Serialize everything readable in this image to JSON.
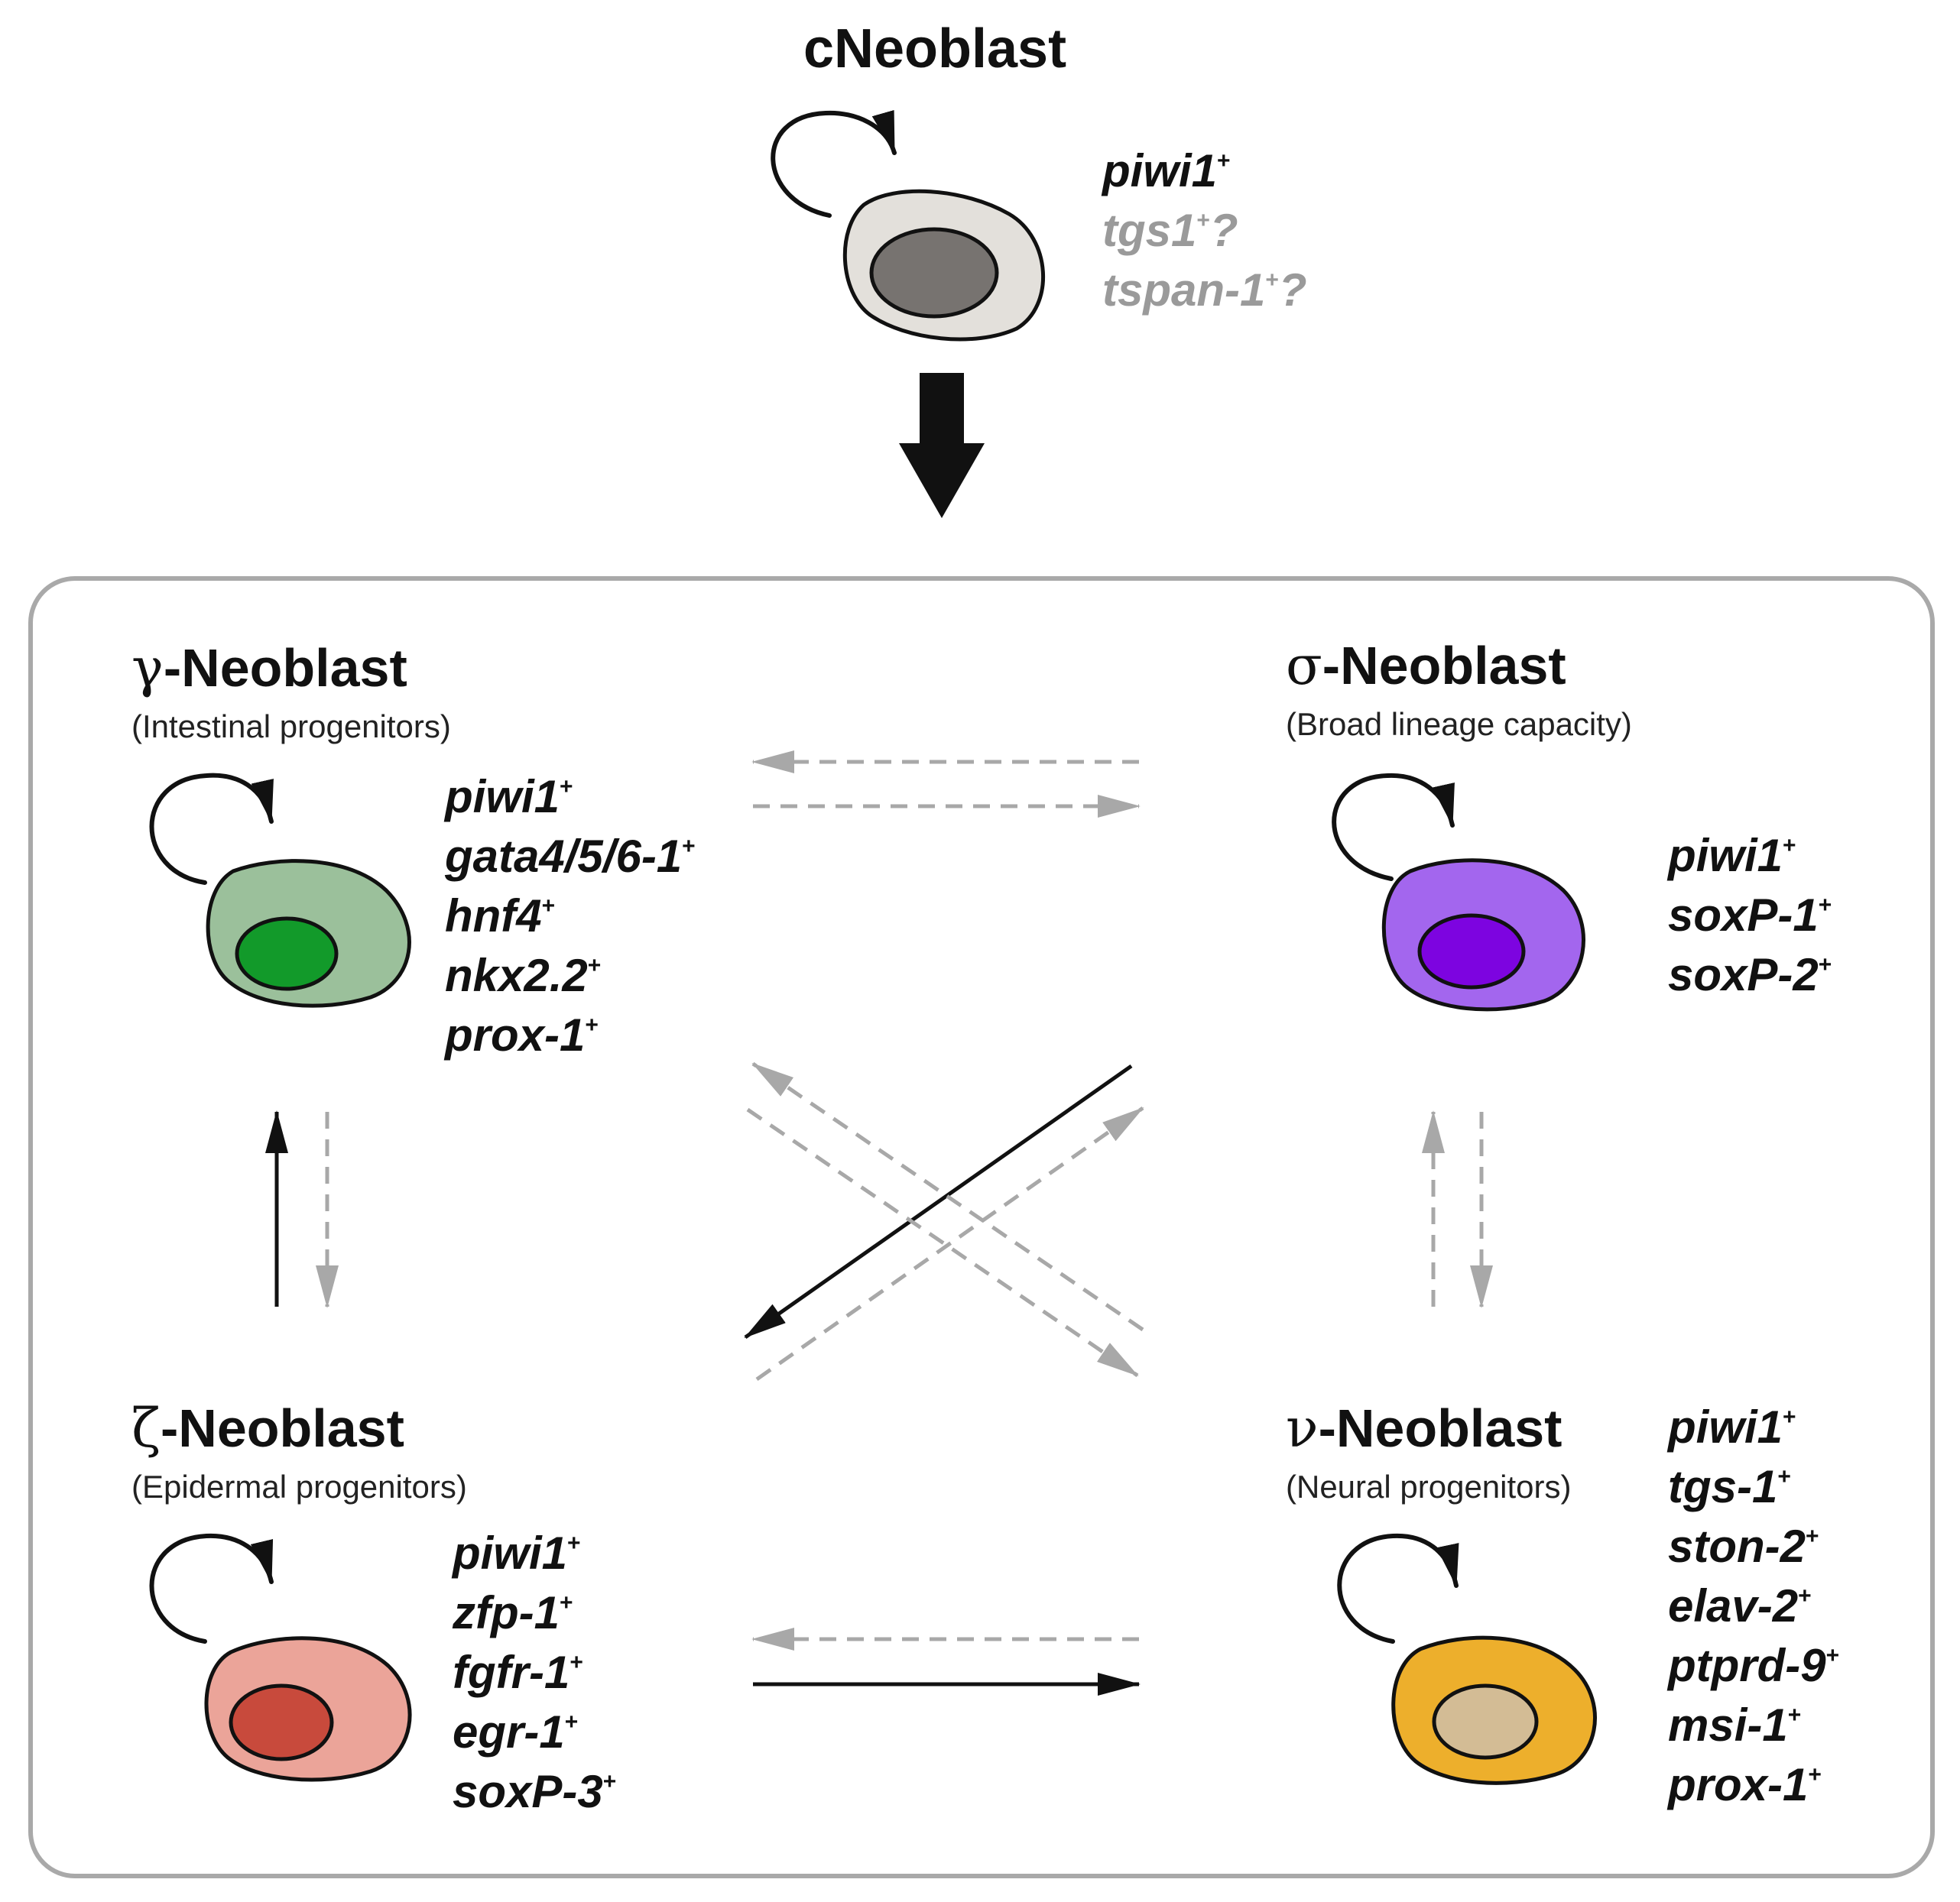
{
  "root": {
    "title": "cNeoblast",
    "markers": [
      {
        "name": "piwi1",
        "sup": "+",
        "suffix": "",
        "uncertain": false
      },
      {
        "name": "tgs1",
        "sup": "+",
        "suffix": "?",
        "uncertain": true
      },
      {
        "name": "tspan-1",
        "sup": "+",
        "suffix": "?",
        "uncertain": true
      }
    ],
    "colors": {
      "cytoplasm": "#e3e0db",
      "nucleus": "#777370"
    }
  },
  "gamma": {
    "symbol": "γ",
    "name": "-Neoblast",
    "subtitle": "(Intestinal progenitors)",
    "markers": [
      {
        "name": "piwi1",
        "sup": "+"
      },
      {
        "name": "gata4/5/6-1",
        "sup": "+"
      },
      {
        "name": "hnf4",
        "sup": "+"
      },
      {
        "name": "nkx2.2",
        "sup": "+"
      },
      {
        "name": "prox-1",
        "sup": "+"
      }
    ],
    "colors": {
      "cytoplasm": "#9bc09b",
      "nucleus": "#129a2a"
    }
  },
  "sigma": {
    "symbol": "σ",
    "name": "-Neoblast",
    "subtitle": "(Broad lineage capacity)",
    "markers": [
      {
        "name": "piwi1",
        "sup": "+"
      },
      {
        "name": "soxP-1",
        "sup": "+"
      },
      {
        "name": "soxP-2",
        "sup": "+"
      }
    ],
    "colors": {
      "cytoplasm": "#a366ee",
      "nucleus": "#7d04e0"
    }
  },
  "zeta": {
    "symbol": "ζ",
    "name": "-Neoblast",
    "subtitle": "(Epidermal progenitors)",
    "markers": [
      {
        "name": "piwi1",
        "sup": "+"
      },
      {
        "name": "zfp-1",
        "sup": "+"
      },
      {
        "name": "fgfr-1",
        "sup": "+"
      },
      {
        "name": "egr-1",
        "sup": "+"
      },
      {
        "name": "soxP-3",
        "sup": "+"
      }
    ],
    "colors": {
      "cytoplasm": "#eba499",
      "nucleus": "#c84a3c"
    }
  },
  "nu": {
    "symbol": "ν",
    "name": "-Neoblast",
    "subtitle": "(Neural progenitors)",
    "markers": [
      {
        "name": "piwi1",
        "sup": "+"
      },
      {
        "name": "tgs-1",
        "sup": "+"
      },
      {
        "name": "ston-2",
        "sup": "+"
      },
      {
        "name": "elav-2",
        "sup": "+"
      },
      {
        "name": "ptprd-9",
        "sup": "+"
      },
      {
        "name": "msi-1",
        "sup": "+"
      },
      {
        "name": "prox-1",
        "sup": "+"
      }
    ],
    "colors": {
      "cytoplasm": "#edaf2c",
      "nucleus": "#d3bc95"
    }
  },
  "transitions": [
    {
      "from": "cNeoblast",
      "to": "group",
      "style": "solid-bold"
    },
    {
      "from": "sigma",
      "to": "gamma",
      "style": "dashed"
    },
    {
      "from": "gamma",
      "to": "sigma",
      "style": "dashed"
    },
    {
      "from": "zeta",
      "to": "gamma",
      "style": "solid"
    },
    {
      "from": "gamma",
      "to": "zeta",
      "style": "dashed"
    },
    {
      "from": "nu",
      "to": "sigma",
      "style": "dashed"
    },
    {
      "from": "sigma",
      "to": "nu",
      "style": "dashed"
    },
    {
      "from": "sigma",
      "to": "zeta",
      "style": "solid"
    },
    {
      "from": "zeta",
      "to": "sigma",
      "style": "dashed"
    },
    {
      "from": "nu",
      "to": "gamma",
      "style": "dashed"
    },
    {
      "from": "gamma",
      "to": "nu",
      "style": "dashed"
    },
    {
      "from": "nu",
      "to": "zeta",
      "style": "dashed"
    },
    {
      "from": "zeta",
      "to": "nu",
      "style": "solid"
    }
  ],
  "style_colors": {
    "solid": "#111111",
    "dashed": "#a8a8a8",
    "frame": "#a9a9a9"
  }
}
